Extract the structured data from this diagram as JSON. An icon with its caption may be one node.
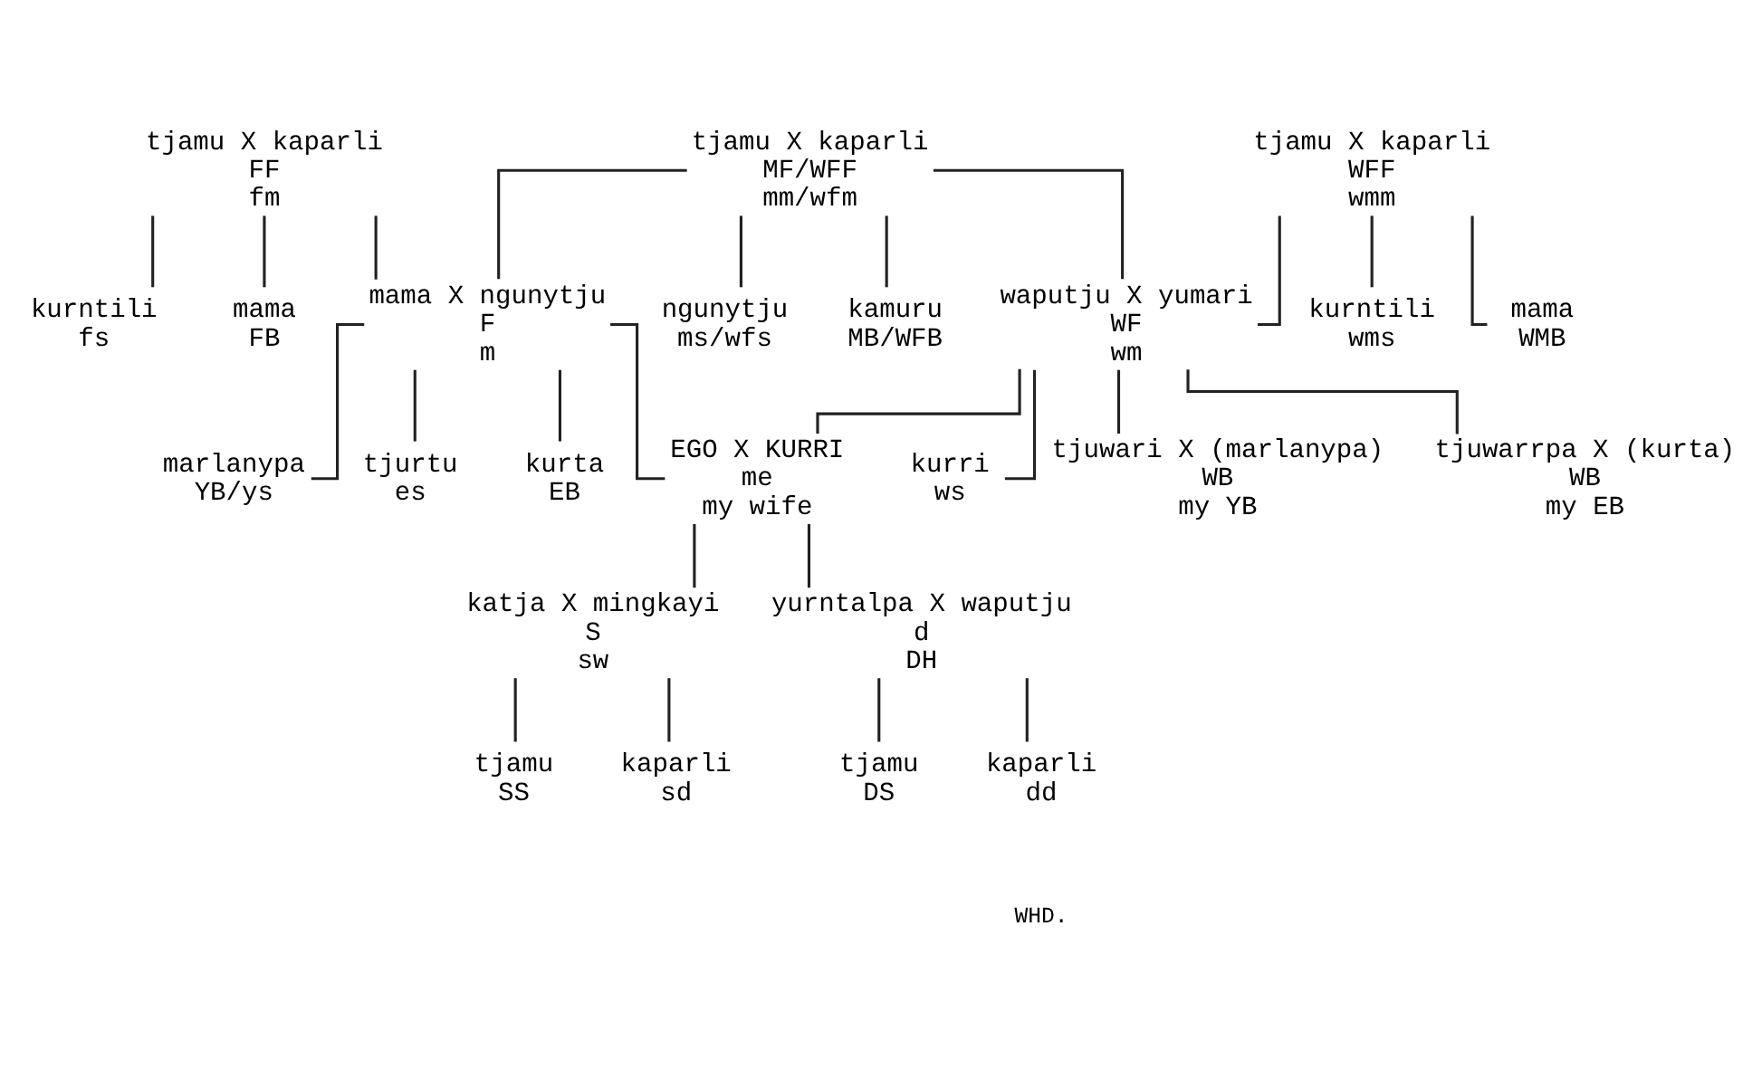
{
  "diagram": {
    "nodes": [
      {
        "text": [
          "tjamu X kaparli",
          "FF",
          "fm"
        ]
      },
      {
        "text": [
          "tjamu X kaparli",
          "MF/WFF",
          "mm/wfm"
        ]
      },
      {
        "text": [
          "tjamu X kaparli",
          "WFF",
          "wmm"
        ]
      },
      {
        "text": [
          "kurntili",
          "fs"
        ]
      },
      {
        "text": [
          "mama",
          "FB"
        ]
      },
      {
        "text": [
          "ngunytju",
          "ms/wfs"
        ]
      },
      {
        "text": [
          "kamuru",
          "MB/WFB"
        ]
      },
      {
        "text": [
          "kurntili",
          "wms"
        ]
      },
      {
        "text": [
          "mama",
          "WMB"
        ]
      },
      {
        "text": [
          "mama X ngunytju",
          "F",
          "m"
        ]
      },
      {
        "text": [
          "waputju X yumari",
          "WF",
          "wm"
        ]
      },
      {
        "text": [
          "marlanypa",
          "YB/ys"
        ]
      },
      {
        "text": [
          "tjurtu",
          "es"
        ]
      },
      {
        "text": [
          "kurta",
          "EB"
        ]
      },
      {
        "text": [
          "EGO X KURRI",
          "me",
          "my wife"
        ]
      },
      {
        "text": [
          "kurri",
          "ws"
        ]
      },
      {
        "text": [
          "tjuwari X (marlanypa)",
          "WB",
          "my YB"
        ]
      },
      {
        "text": [
          "tjuwarrpa X (kurta)",
          "WB",
          "my EB"
        ]
      },
      {
        "text": [
          "katja X mingkayi",
          "S",
          "sw"
        ]
      },
      {
        "text": [
          "yurntalpa X waputju",
          "d",
          "DH"
        ]
      },
      {
        "text": [
          "tjamu",
          "SS"
        ]
      },
      {
        "text": [
          "kaparli",
          "sd"
        ]
      },
      {
        "text": [
          "tjamu",
          "DS"
        ]
      },
      {
        "text": [
          "kaparli",
          "dd"
        ]
      }
    ],
    "edges": [
      {
        "from": 0,
        "to": 3,
        "arrow": "none"
      },
      {
        "from": 0,
        "to": 4,
        "arrow": "none"
      },
      {
        "from": 0,
        "to": 9,
        "arrow": "none"
      },
      {
        "from": 1,
        "to": 9,
        "arrow": "none"
      },
      {
        "from": 1,
        "to": 5,
        "arrow": "none"
      },
      {
        "from": 1,
        "to": 6,
        "arrow": "none"
      },
      {
        "from": 1,
        "to": 10,
        "arrow": "none"
      },
      {
        "from": 2,
        "to": 10,
        "arrow": "none"
      },
      {
        "from": 2,
        "to": 7,
        "arrow": "none"
      },
      {
        "from": 2,
        "to": 8,
        "arrow": "none"
      },
      {
        "from": 9,
        "to": 11,
        "arrow": "none"
      },
      {
        "from": 9,
        "to": 12,
        "arrow": "none"
      },
      {
        "from": 9,
        "to": 13,
        "arrow": "none"
      },
      {
        "from": 9,
        "to": 14,
        "arrow": "none"
      },
      {
        "from": 10,
        "to": 14,
        "arrow": "none"
      },
      {
        "from": 10,
        "to": 15,
        "arrow": "none"
      },
      {
        "from": 10,
        "to": 16,
        "arrow": "none"
      },
      {
        "from": 10,
        "to": 17,
        "arrow": "none"
      },
      {
        "from": 14,
        "to": 18,
        "arrow": "none"
      },
      {
        "from": 14,
        "to": 19,
        "arrow": "none"
      },
      {
        "from": 18,
        "to": 20,
        "arrow": "none"
      },
      {
        "from": 18,
        "to": 21,
        "arrow": "none"
      },
      {
        "from": 19,
        "to": 22,
        "arrow": "none"
      },
      {
        "from": 19,
        "to": 23,
        "arrow": "none"
      }
    ],
    "labels": [
      "WHD."
    ]
  }
}
